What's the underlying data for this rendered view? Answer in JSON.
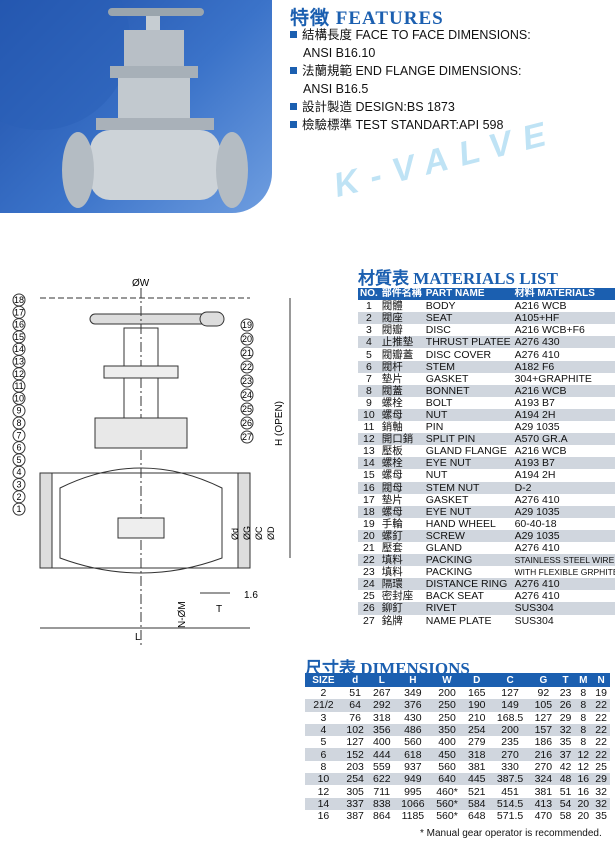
{
  "features": {
    "title": "特徴 FEATURES",
    "items": [
      {
        "label": "結構長度 FACE TO FACE DIMENSIONS:",
        "sub": "ANSI B16.10"
      },
      {
        "label": "法蘭規範 END FLANGE DIMENSIONS:",
        "sub": "ANSI B16.5"
      },
      {
        "label": "設計製造 DESIGN:BS 1873",
        "sub": ""
      },
      {
        "label": "檢驗標準 TEST STANDART:API 598",
        "sub": ""
      }
    ]
  },
  "watermark": "K-VALVE",
  "drawing": {
    "labels": {
      "ow": "ØW",
      "h_open": "H (OPEN)",
      "l": "L",
      "n_om": "N-ØM",
      "t": "T",
      "dim_16": "1.6",
      "od": "Ød",
      "og": "ØG",
      "oc": "ØC",
      "od2": "ØD"
    },
    "callouts_left": [
      "18",
      "17",
      "16",
      "15",
      "14",
      "13",
      "12",
      "11",
      "10",
      "9",
      "8",
      "7",
      "6",
      "5",
      "4",
      "3",
      "2",
      "1"
    ],
    "callouts_right": [
      "19",
      "20",
      "21",
      "22",
      "23",
      "24",
      "25",
      "26",
      "27"
    ]
  },
  "materials": {
    "title": "材質表 MATERIALS LIST",
    "headers": [
      "NO.",
      "部件名稱",
      "PART NAME",
      "材料 MATERIALS"
    ],
    "rows": [
      [
        "1",
        "閥體",
        "BODY",
        "A216 WCB"
      ],
      [
        "2",
        "閥座",
        "SEAT",
        "A105+HF"
      ],
      [
        "3",
        "閥瓣",
        "DISC",
        "A216 WCB+F6"
      ],
      [
        "4",
        "止推墊",
        "THRUST PLATEE",
        "A276 430"
      ],
      [
        "5",
        "閥瓣蓋",
        "DISC COVER",
        "A276 410"
      ],
      [
        "6",
        "閥杆",
        "STEM",
        "A182 F6"
      ],
      [
        "7",
        "墊片",
        "GASKET",
        "304+GRAPHITE"
      ],
      [
        "8",
        "閥蓋",
        "BONNET",
        "A216 WCB"
      ],
      [
        "9",
        "螺栓",
        "BOLT",
        "A193 B7"
      ],
      [
        "10",
        "螺母",
        "NUT",
        "A194 2H"
      ],
      [
        "11",
        "銷軸",
        "PIN",
        "A29 1035"
      ],
      [
        "12",
        "開口銷",
        "SPLIT PIN",
        "A570 GR.A"
      ],
      [
        "13",
        "壓板",
        "GLAND FLANGE",
        "A216 WCB"
      ],
      [
        "14",
        "螺栓",
        "EYE NUT",
        "A193 B7"
      ],
      [
        "15",
        "螺母",
        "NUT",
        "A194 2H"
      ],
      [
        "16",
        "閥母",
        "STEM NUT",
        "D-2"
      ],
      [
        "17",
        "墊片",
        "GASKET",
        "A276 410"
      ],
      [
        "18",
        "螺母",
        "EYE NUT",
        "A29 1035"
      ],
      [
        "19",
        "手輪",
        "HAND WHEEL",
        "60-40-18"
      ],
      [
        "20",
        "螺釘",
        "SCREW",
        "A29 1035"
      ],
      [
        "21",
        "壓套",
        "GLAND",
        "A276 410"
      ],
      [
        "22",
        "填料",
        "PACKING",
        "STAINLESS STEEL WIRE"
      ],
      [
        "23",
        "填料",
        "PACKING",
        "WITH FLEXIBLE GRPHITE"
      ],
      [
        "24",
        "隔環",
        "DISTANCE RING",
        "A276 410"
      ],
      [
        "25",
        "密封座",
        "BACK SEAT",
        "A276 410"
      ],
      [
        "26",
        "鉚釘",
        "RIVET",
        "SUS304"
      ],
      [
        "27",
        "銘牌",
        "NAME PLATE",
        "SUS304"
      ]
    ]
  },
  "dimensions": {
    "title": "尺寸表 DIMENSIONS",
    "headers": [
      "SIZE",
      "d",
      "L",
      "H",
      "W",
      "D",
      "C",
      "G",
      "T",
      "M",
      "N"
    ],
    "rows": [
      [
        "2",
        "51",
        "267",
        "349",
        "200",
        "165",
        "127",
        "92",
        "23",
        "8",
        "19"
      ],
      [
        "21/2",
        "64",
        "292",
        "376",
        "250",
        "190",
        "149",
        "105",
        "26",
        "8",
        "22"
      ],
      [
        "3",
        "76",
        "318",
        "430",
        "250",
        "210",
        "168.5",
        "127",
        "29",
        "8",
        "22"
      ],
      [
        "4",
        "102",
        "356",
        "486",
        "350",
        "254",
        "200",
        "157",
        "32",
        "8",
        "22"
      ],
      [
        "5",
        "127",
        "400",
        "560",
        "400",
        "279",
        "235",
        "186",
        "35",
        "8",
        "22"
      ],
      [
        "6",
        "152",
        "444",
        "618",
        "450",
        "318",
        "270",
        "216",
        "37",
        "12",
        "22"
      ],
      [
        "8",
        "203",
        "559",
        "937",
        "560",
        "381",
        "330",
        "270",
        "42",
        "12",
        "25"
      ],
      [
        "10",
        "254",
        "622",
        "949",
        "640",
        "445",
        "387.5",
        "324",
        "48",
        "16",
        "29"
      ],
      [
        "12",
        "305",
        "711",
        "995",
        "460*",
        "521",
        "451",
        "381",
        "51",
        "16",
        "32"
      ],
      [
        "14",
        "337",
        "838",
        "1066",
        "560*",
        "584",
        "514.5",
        "413",
        "54",
        "20",
        "32"
      ],
      [
        "16",
        "387",
        "864",
        "1185",
        "560*",
        "648",
        "571.5",
        "470",
        "58",
        "20",
        "35"
      ]
    ],
    "note": "* Manual gear operator is recommended."
  }
}
